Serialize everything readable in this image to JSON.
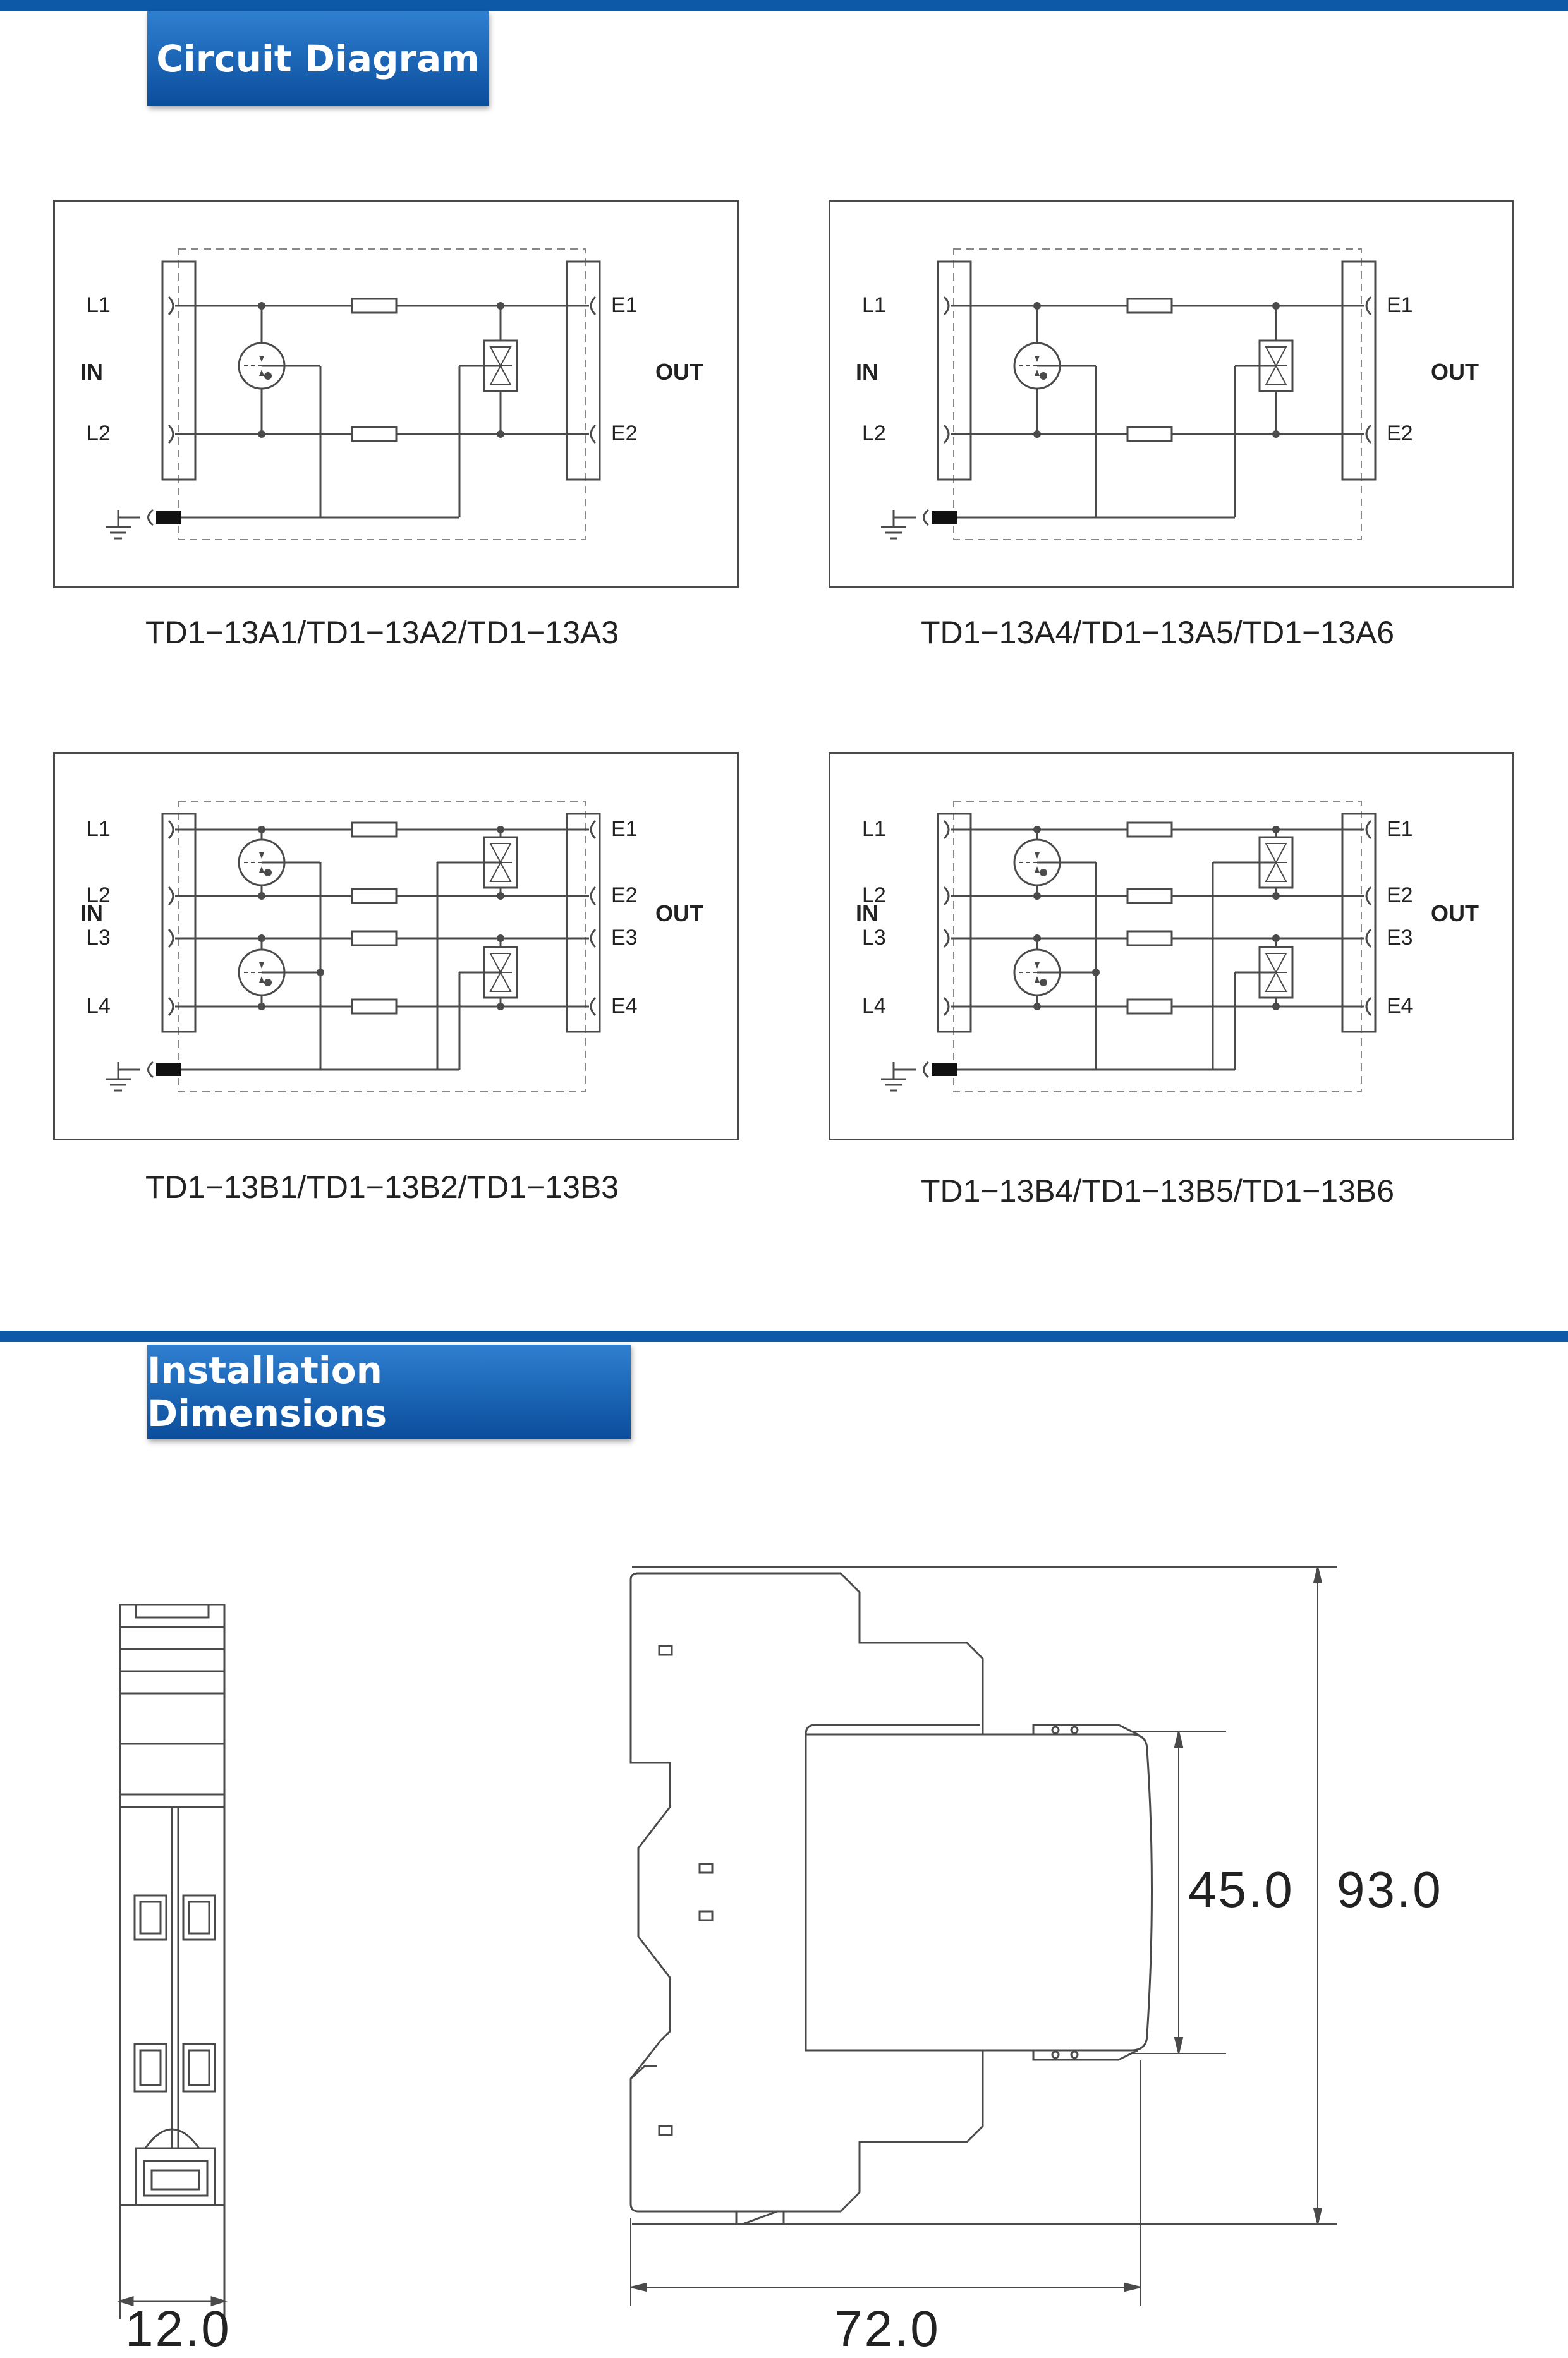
{
  "sections": {
    "circuit": "Circuit Diagram",
    "install": "Installation Dimensions"
  },
  "labels": {
    "in": "IN",
    "out": "OUT",
    "l1": "L1",
    "l2": "L2",
    "l3": "L3",
    "l4": "L4",
    "e1": "E1",
    "e2": "E2",
    "e3": "E3",
    "e4": "E4"
  },
  "captions": {
    "a1": "TD1−13A1/TD1−13A2/TD1−13A3",
    "a4": "TD1−13A4/TD1−13A5/TD1−13A6",
    "b1": "TD1−13B1/TD1−13B2/TD1−13B3",
    "b4": "TD1−13B4/TD1−13B5/TD1−13B6"
  },
  "dimensions": {
    "width": "12.0",
    "depth": "72.0",
    "face": "45.0",
    "height": "93.0"
  },
  "colors": {
    "accent": "#0e58a8",
    "line": "#4a4a4a"
  }
}
